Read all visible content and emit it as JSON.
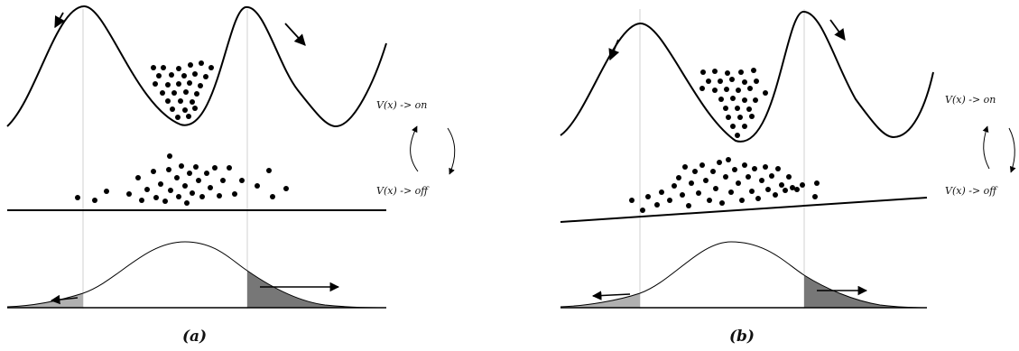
{
  "panels": [
    {
      "id": "a",
      "caption": "(a)",
      "label_on": "V(x) -> on",
      "label_off": "V(x) -> off"
    },
    {
      "id": "b",
      "caption": "(b)",
      "label_on": "V(x) -> on",
      "label_off": "V(x) -> off"
    }
  ],
  "colors": {
    "line": "#000000",
    "guide": "#cccccc",
    "tail_light": "#b3b3b3",
    "tail_dark": "#7a7a7a"
  }
}
